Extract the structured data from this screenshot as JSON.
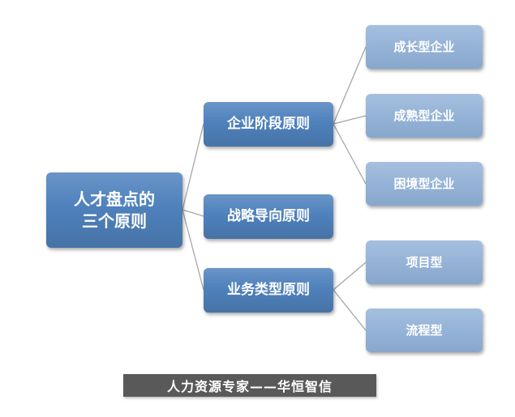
{
  "diagram": {
    "root": {
      "line1": "人才盘点的",
      "line2": "三个原则"
    },
    "branches": [
      {
        "label": "企业阶段原则",
        "children": [
          "成长型企业",
          "成熟型企业",
          "困境型企业"
        ]
      },
      {
        "label": "战略导向原则",
        "children": []
      },
      {
        "label": "业务类型原则",
        "children": [
          "项目型",
          "流程型"
        ]
      }
    ],
    "footer": "人力资源专家——华恒智信",
    "colors": {
      "node_primary": "#4f81bd",
      "node_secondary": "#95b3d7",
      "footer_bg": "#595959",
      "connector": "#a6a6a6",
      "text": "#ffffff"
    }
  }
}
